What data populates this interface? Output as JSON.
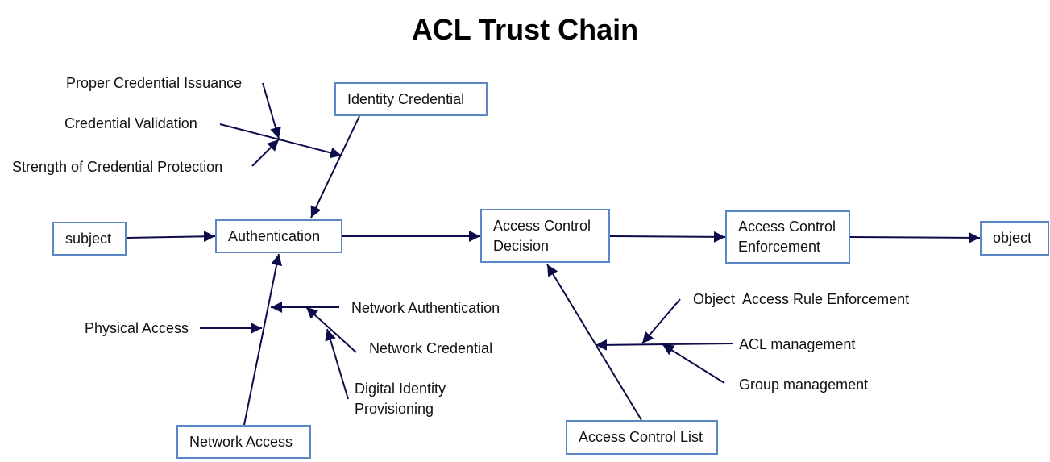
{
  "title": "ACL Trust Chain",
  "boxes": {
    "subject": "subject",
    "authentication": "Authentication",
    "identity_credential": "Identity Credential",
    "acd_line1": "Access Control",
    "acd_line2": "Decision",
    "ace_line1": "Access Control",
    "ace_line2": "Enforcement",
    "object": "object",
    "network_access": "Network Access",
    "access_control_list": "Access Control List"
  },
  "labels": {
    "proper_credential_issuance": "Proper Credential Issuance",
    "credential_validation": "Credential Validation",
    "strength_of_credential_protection": "Strength of Credential Protection",
    "physical_access": "Physical Access",
    "network_authentication": "Network Authentication",
    "network_credential": "Network Credential",
    "dip_line1": "Digital Identity",
    "dip_line2": "Provisioning",
    "object_access_rule_enforcement": "Object  Access Rule Enforcement",
    "acl_management": "ACL management",
    "group_management": "Group management"
  },
  "colors": {
    "box_border": "#5b87c4",
    "arrow": "#0c0c4a"
  }
}
